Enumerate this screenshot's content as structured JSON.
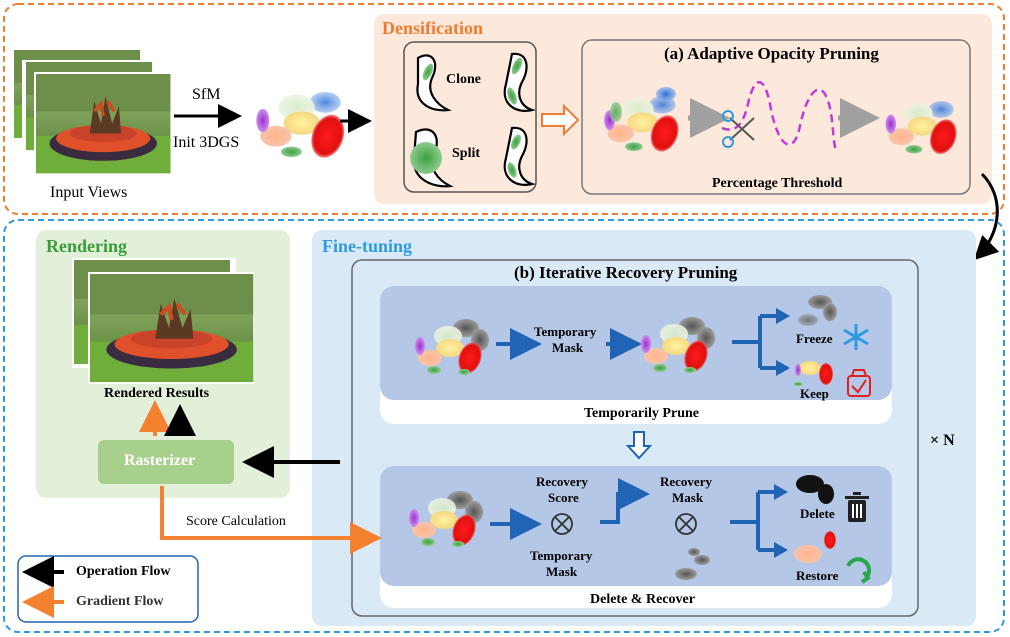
{
  "top": {
    "input_views_label": "Input Views",
    "sfm_label": "SfM",
    "init_label": "Init 3DGS",
    "densification_title": "Densification",
    "clone_label": "Clone",
    "split_label": "Split",
    "aop_title": "(a) Adaptive Opacity Pruning",
    "threshold_label": "Percentage Threshold"
  },
  "bottom": {
    "rendering_title": "Rendering",
    "rendered_label": "Rendered Results",
    "rasterizer_label": "Rasterizer",
    "score_calc_label": "Score Calculation",
    "finetuning_title": "Fine-tuning",
    "irp_title": "(b) Iterative Recovery Pruning",
    "temp_mask_label": [
      "Temporary",
      "Mask"
    ],
    "freeze_label": "Freeze",
    "keep_label": "Keep",
    "temp_prune_label": "Temporarily Prune",
    "recovery_score_label": [
      "Recovery",
      "Score"
    ],
    "recovery_mask_label": [
      "Recovery",
      "Mask"
    ],
    "temp_mask2_label": [
      "Temporary",
      "Mask"
    ],
    "delete_label": "Delete",
    "restore_label": "Restore",
    "delete_recover_label": "Delete & Recover",
    "times_n_label": "× N"
  },
  "legend": {
    "operation_flow": "Operation Flow",
    "gradient_flow": "Gradient Flow"
  },
  "colors": {
    "densification_bg": "#fde8dc",
    "densification_title": "#ed7d31",
    "rendering_bg": "#e2f0d9",
    "rendering_title": "#3a9b3a",
    "finetune_bg": "#dae9f6",
    "finetune_title": "#2e9be0",
    "inner_blue": "#b4c7e7",
    "arrow_blue": "#1f65b3",
    "gradient_orange": "#f4812f",
    "pink_wave": "#c03ad8"
  }
}
